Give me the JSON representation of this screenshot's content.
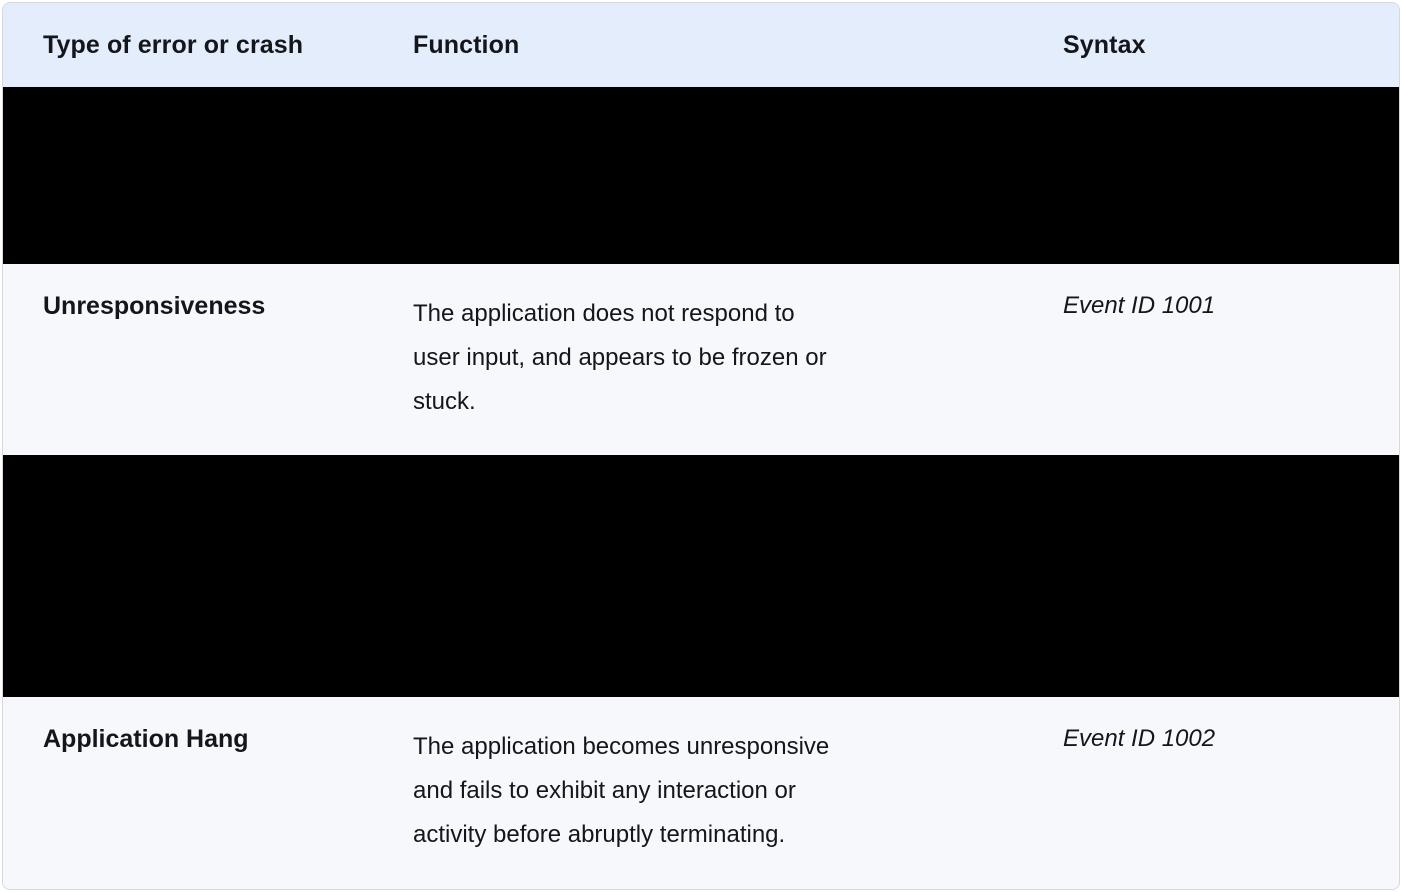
{
  "table": {
    "columns": [
      {
        "label": "Type of error or crash"
      },
      {
        "label": "Function"
      },
      {
        "label": "Syntax"
      }
    ],
    "rows": [
      {
        "type": "redacted"
      },
      {
        "type": "data",
        "error_type": "Unresponsiveness",
        "function": "The application does not respond to\nuser input, and appears to be frozen or\nstuck.",
        "syntax": "Event ID 1001"
      },
      {
        "type": "redacted"
      },
      {
        "type": "data",
        "error_type": "Application Hang",
        "function": "The application becomes unresponsive\nand fails to exhibit any interaction or\nactivity before abruptly terminating.",
        "syntax": "Event ID 1002"
      }
    ],
    "colors": {
      "header_bg": "#e4edfb",
      "row_bg": "#f7f8fc",
      "redacted_bg": "#000000",
      "border": "#d5d8e2",
      "text": "#14161b"
    }
  }
}
